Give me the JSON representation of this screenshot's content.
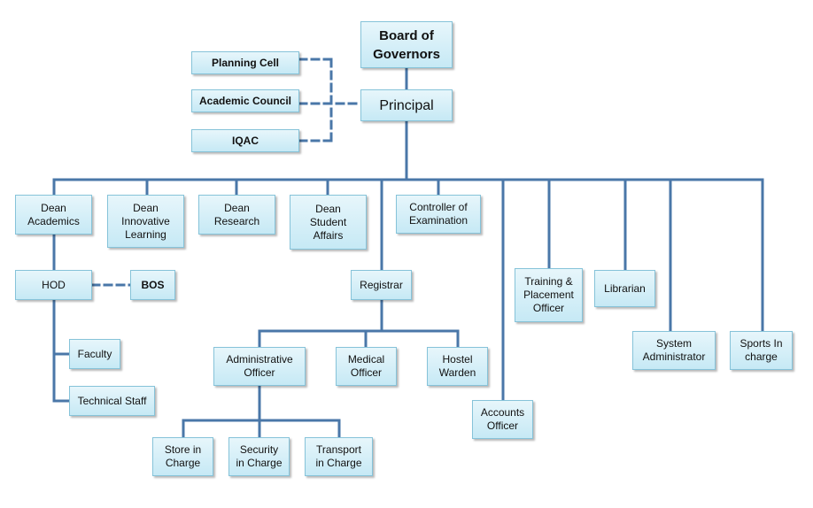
{
  "colors": {
    "connector": "#4a77a8",
    "box_fill_top": "#e7f6fb",
    "box_fill_bottom": "#c6e9f5",
    "box_border": "#86c3d9"
  },
  "nodes": {
    "board": "Board of\nGovernors",
    "principal": "Principal",
    "planning_cell": "Planning Cell",
    "academic_council": "Academic Council",
    "iqac": "IQAC",
    "dean_academics": "Dean\nAcademics",
    "dean_innovative": "Dean\nInnovative\nLearning",
    "dean_research": "Dean\nResearch",
    "dean_student": "Dean\nStudent\nAffairs",
    "controller": "Controller of\nExamination",
    "hod": "HOD",
    "bos": "BOS",
    "faculty": "Faculty",
    "technical_staff": "Technical Staff",
    "registrar": "Registrar",
    "admin_officer": "Administrative\nOfficer",
    "medical_officer": "Medical\nOfficer",
    "hostel_warden": "Hostel\nWarden",
    "store": "Store in\nCharge",
    "security": "Security\nin Charge",
    "transport": "Transport\nin Charge",
    "accounts": "Accounts\nOfficer",
    "training": "Training &\nPlacement\nOfficer",
    "librarian": "Librarian",
    "sysadmin": "System\nAdministrator",
    "sports": "Sports In\ncharge"
  }
}
